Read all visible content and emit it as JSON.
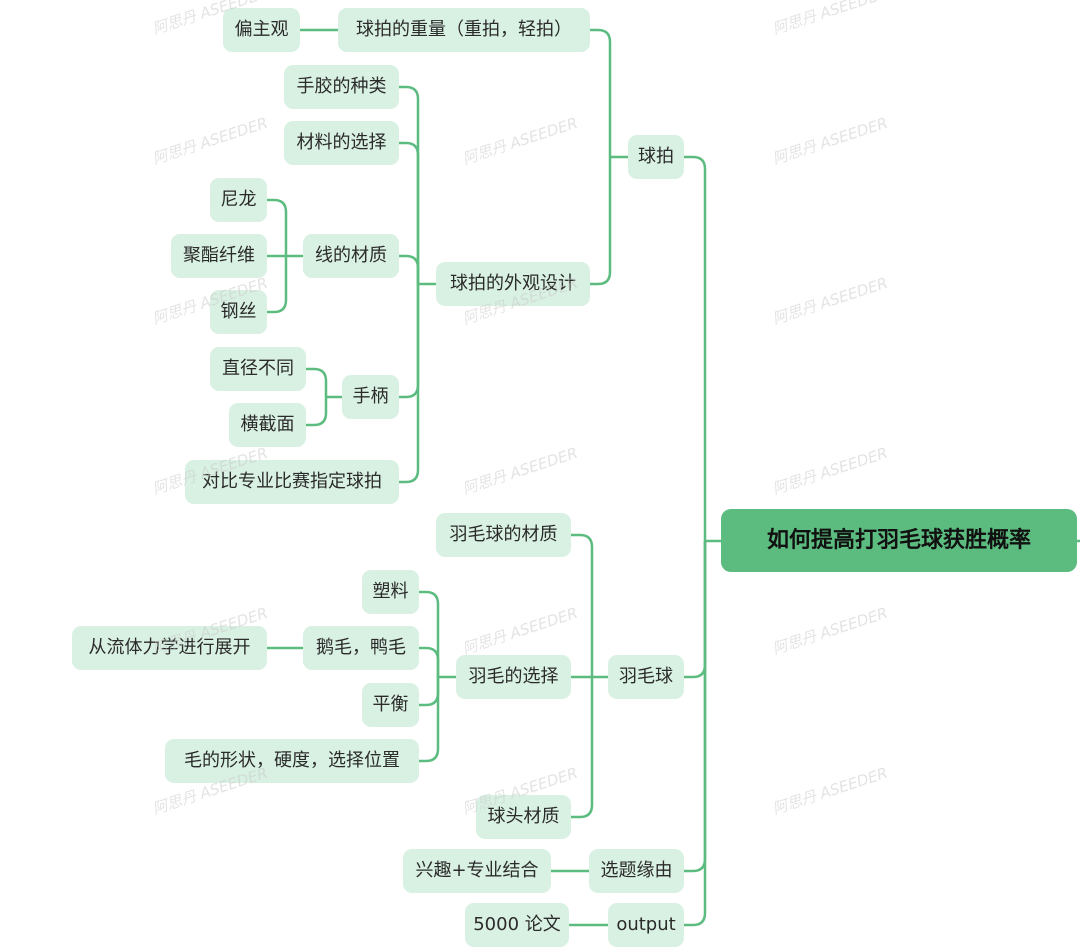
{
  "mindmap": {
    "root": {
      "label": "如何提高打羽毛球获胜概率"
    },
    "branches": [
      {
        "label": "球拍",
        "children": [
          {
            "label": "球拍的重量（重拍，轻拍）",
            "children": [
              {
                "label": "偏主观"
              }
            ]
          },
          {
            "label": "球拍的外观设计",
            "children": [
              {
                "label": "手胶的种类"
              },
              {
                "label": "材料的选择"
              },
              {
                "label": "线的材质",
                "children": [
                  {
                    "label": "尼龙"
                  },
                  {
                    "label": "聚酯纤维"
                  },
                  {
                    "label": "钢丝"
                  }
                ]
              },
              {
                "label": "手柄",
                "children": [
                  {
                    "label": "直径不同"
                  },
                  {
                    "label": "横截面"
                  }
                ]
              },
              {
                "label": "对比专业比赛指定球拍"
              }
            ]
          }
        ]
      },
      {
        "label": "羽毛球",
        "children": [
          {
            "label": "羽毛球的材质"
          },
          {
            "label": "羽毛的选择",
            "children": [
              {
                "label": "塑料"
              },
              {
                "label": "鹅毛，鸭毛",
                "children": [
                  {
                    "label": "从流体力学进行展开"
                  }
                ]
              },
              {
                "label": "平衡"
              },
              {
                "label": "毛的形状，硬度，选择位置"
              }
            ]
          },
          {
            "label": "球头材质"
          }
        ]
      },
      {
        "label": "选题缘由",
        "children": [
          {
            "label": "兴趣+专业结合"
          }
        ]
      },
      {
        "label": "output",
        "children": [
          {
            "label": "5000 论文"
          }
        ]
      }
    ]
  },
  "watermark": {
    "text": "阿思丹 ASEEDER"
  },
  "colors": {
    "line": "#5cbb7f",
    "node_fill": "#d9f1e3",
    "root_fill": "#5cbb7f",
    "text": "#2b2b2b"
  }
}
